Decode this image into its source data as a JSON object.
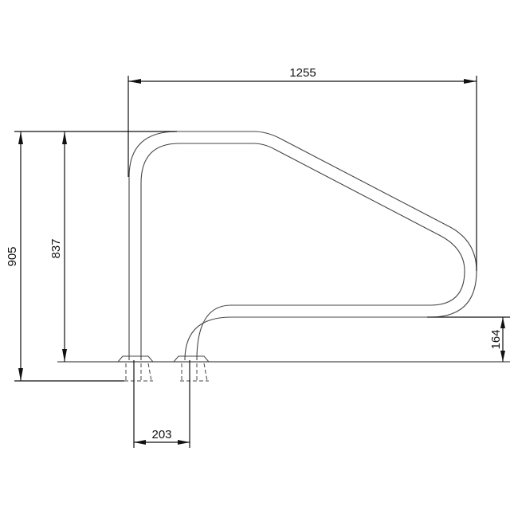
{
  "drawing": {
    "subject": "Pool ladder handrail — side elevation",
    "colors": {
      "line": "#111111",
      "rail": "#444444",
      "background": "#ffffff"
    }
  },
  "dimensions": {
    "overall_width": {
      "value": "1255",
      "orientation": "horizontal"
    },
    "overall_height": {
      "value": "905",
      "orientation": "vertical"
    },
    "top_rail_height": {
      "value": "837",
      "orientation": "vertical"
    },
    "lower_rail_height": {
      "value": "164",
      "orientation": "vertical"
    },
    "anchor_spacing": {
      "value": "203",
      "orientation": "horizontal"
    }
  }
}
